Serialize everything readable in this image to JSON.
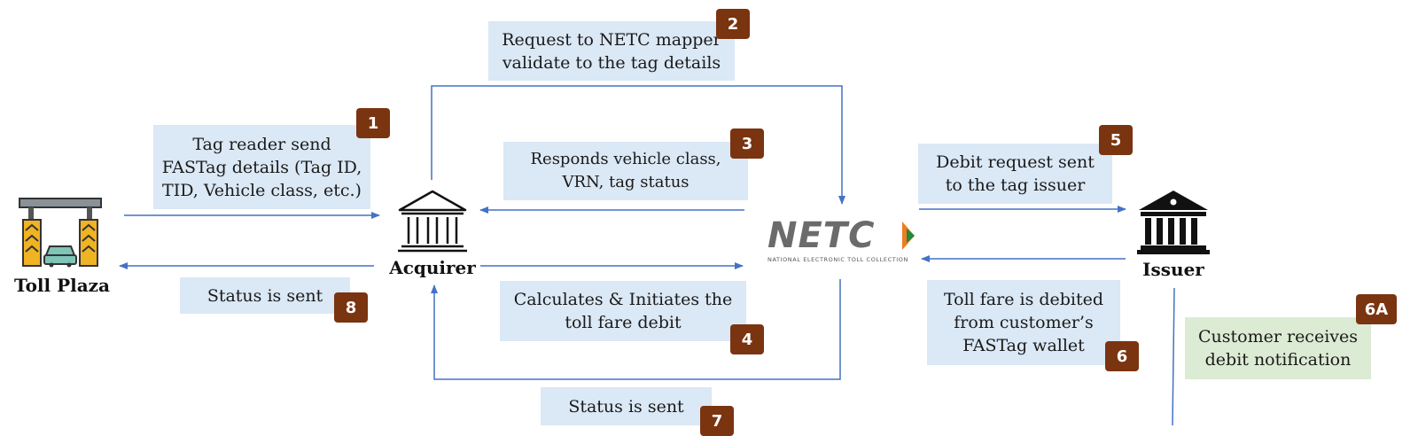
{
  "nodes": {
    "toll_plaza": "Toll Plaza",
    "acquirer": "Acquirer",
    "issuer": "Issuer",
    "netc_logo": {
      "text": "NETC",
      "subtitle": "NATIONAL ELECTRONIC TOLL COLLECTION"
    }
  },
  "steps": [
    {
      "number": "1",
      "text": "Tag reader send\nFASTag details (Tag ID,\nTID, Vehicle class, etc.)"
    },
    {
      "number": "2",
      "text": "Request to NETC mapper\nvalidate to the tag details"
    },
    {
      "number": "3",
      "text": "Responds vehicle class,\nVRN, tag status"
    },
    {
      "number": "4",
      "text": "Calculates & Initiates the\ntoll fare debit"
    },
    {
      "number": "5",
      "text": "Debit request sent\nto the tag issuer"
    },
    {
      "number": "6",
      "text": "Toll fare is debited\nfrom customer’s\nFASTag wallet"
    },
    {
      "number": "6A",
      "text": "Customer receives\ndebit notification"
    },
    {
      "number": "7",
      "text": "Status is sent"
    },
    {
      "number": "8",
      "text": "Status is sent"
    }
  ],
  "colors": {
    "arrow": "#4472c4",
    "step_box": "#dbe8f5",
    "notification_box": "#dcebd3",
    "badge": "#7a3410",
    "logo_accent": "#ef7d22"
  }
}
